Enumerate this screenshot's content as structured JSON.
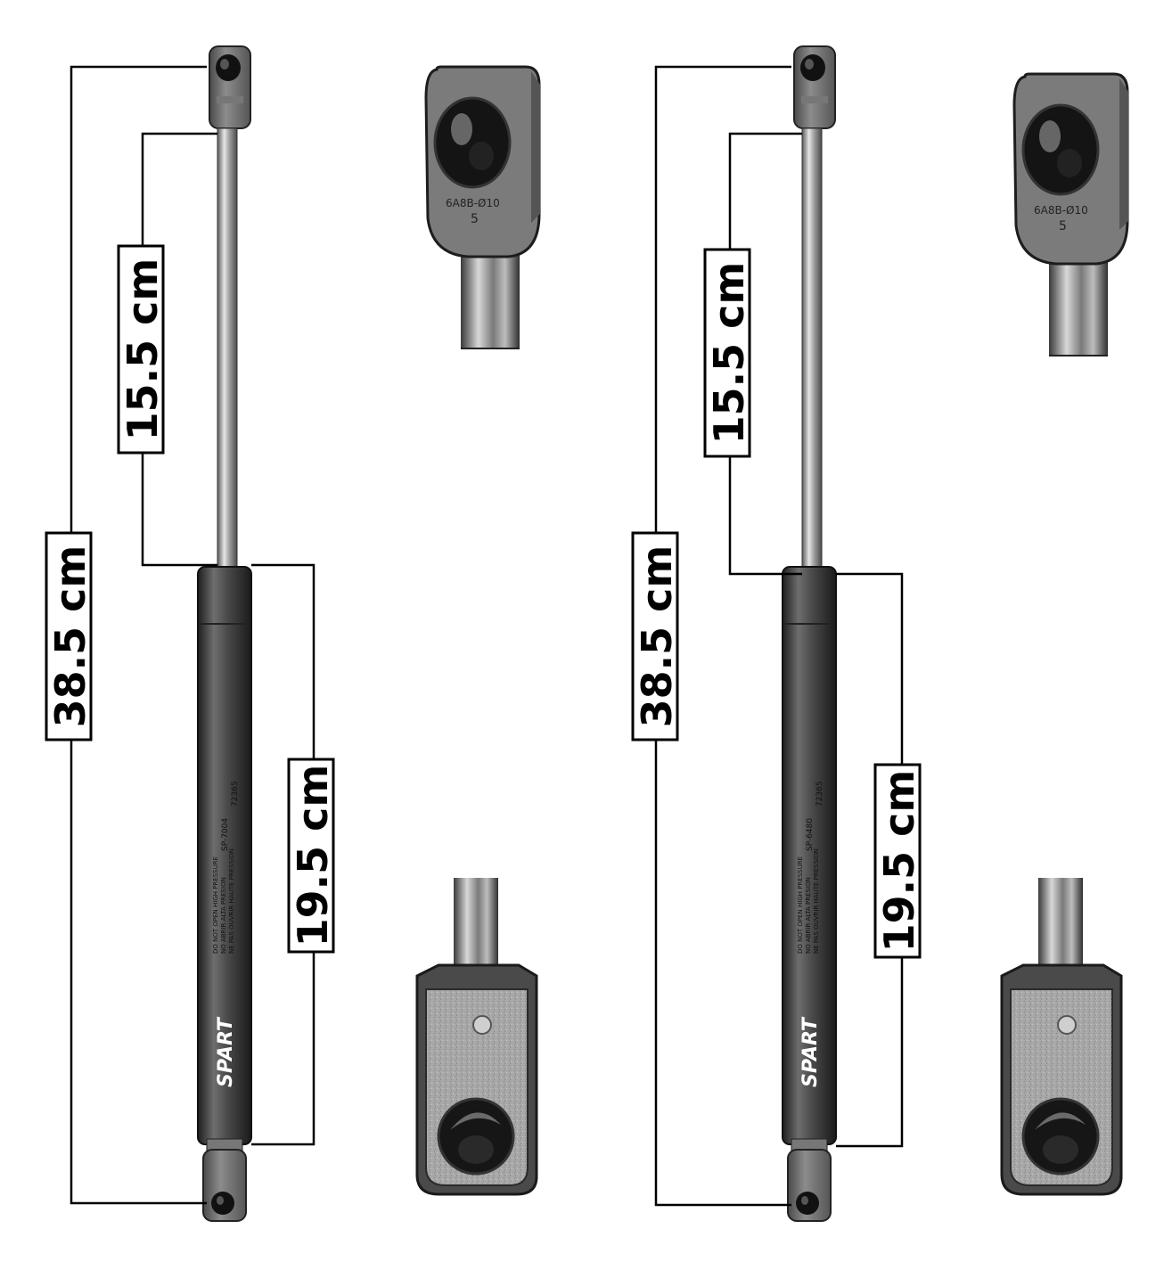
{
  "struts": [
    {
      "total_length": "38.5 cm",
      "rod_length": "15.5 cm",
      "body_length": "19.5 cm",
      "brand": "SPART",
      "part_number": "SP-7004",
      "code": "72365",
      "warning_lines": [
        "DO NOT OPEN HIGH PRESSURE",
        "NO ABRIR ALTA PRESION",
        "NE PAS OUVRIR HAUTE PRESSION"
      ],
      "end_fitting_mark": "6A8B-Ø10",
      "end_fitting_number": "5"
    },
    {
      "total_length": "38.5 cm",
      "rod_length": "15.5 cm",
      "body_length": "19.5 cm",
      "brand": "SPART",
      "part_number": "SP-6480",
      "code": "72365",
      "warning_lines": [
        "DO NOT OPEN HIGH PRESSURE",
        "NO ABRIR ALTA PRESION",
        "NE PAS OUVRIR HAUTE PRESSION"
      ],
      "end_fitting_mark": "6A8B-Ø10",
      "end_fitting_number": "5"
    }
  ],
  "colors": {
    "rod": "#8a8a8a",
    "body": "#3c3c3c",
    "fitting": "#6a6a6a",
    "metal_bracket": "#9a9a9a",
    "lines": "#000000"
  }
}
